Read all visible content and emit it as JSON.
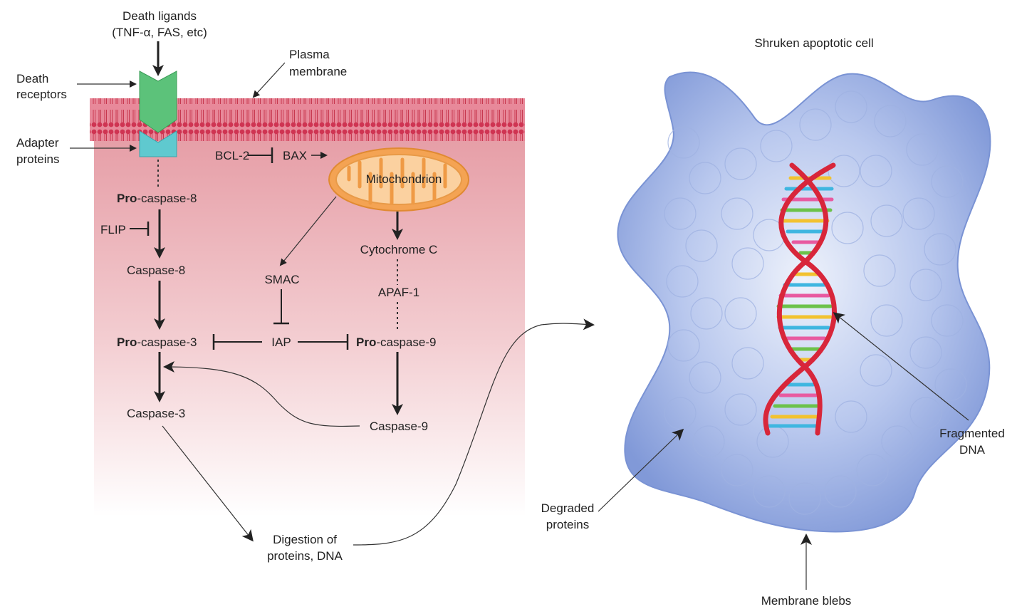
{
  "labels": {
    "death_ligands_1": "Death ligands",
    "death_ligands_2": "(TNF-α, FAS, etc)",
    "plasma_membrane_1": "Plasma",
    "plasma_membrane_2": "membrane",
    "death_receptors_1": "Death",
    "death_receptors_2": "receptors",
    "adapter_proteins_1": "Adapter",
    "adapter_proteins_2": "proteins",
    "bcl2": "BCL-2",
    "bax": "BAX",
    "mitochondrion": "Mitochondrion",
    "pro_prefix": "Pro",
    "pro_caspase8_suffix": "-caspase-8",
    "flip": "FLIP",
    "caspase8": "Caspase-8",
    "cytochrome_c": "Cytochrome C",
    "smac": "SMAC",
    "apaf1": "APAF-1",
    "pro_caspase3_suffix": "-caspase-3",
    "iap": "IAP",
    "pro_caspase9_suffix": "-caspase-9",
    "caspase3": "Caspase-3",
    "caspase9": "Caspase-9",
    "digestion_1": "Digestion of",
    "digestion_2": "proteins, DNA",
    "shrunken_cell": "Shruken apoptotic cell",
    "fragmented_dna_1": "Fragmented",
    "fragmented_dna_2": "DNA",
    "degraded_proteins_1": "Degraded",
    "degraded_proteins_2": "proteins",
    "membrane_blebs": "Membrane blebs"
  },
  "colors": {
    "cytoplasm": "#e8a3aa",
    "membrane": "#d1425c",
    "receptor": "#5cc27a",
    "adapter": "#5fc9cf",
    "mitochondrion": "#f5a55a",
    "cell": "#8fa8e0",
    "dna_strand": "#d8263a"
  }
}
